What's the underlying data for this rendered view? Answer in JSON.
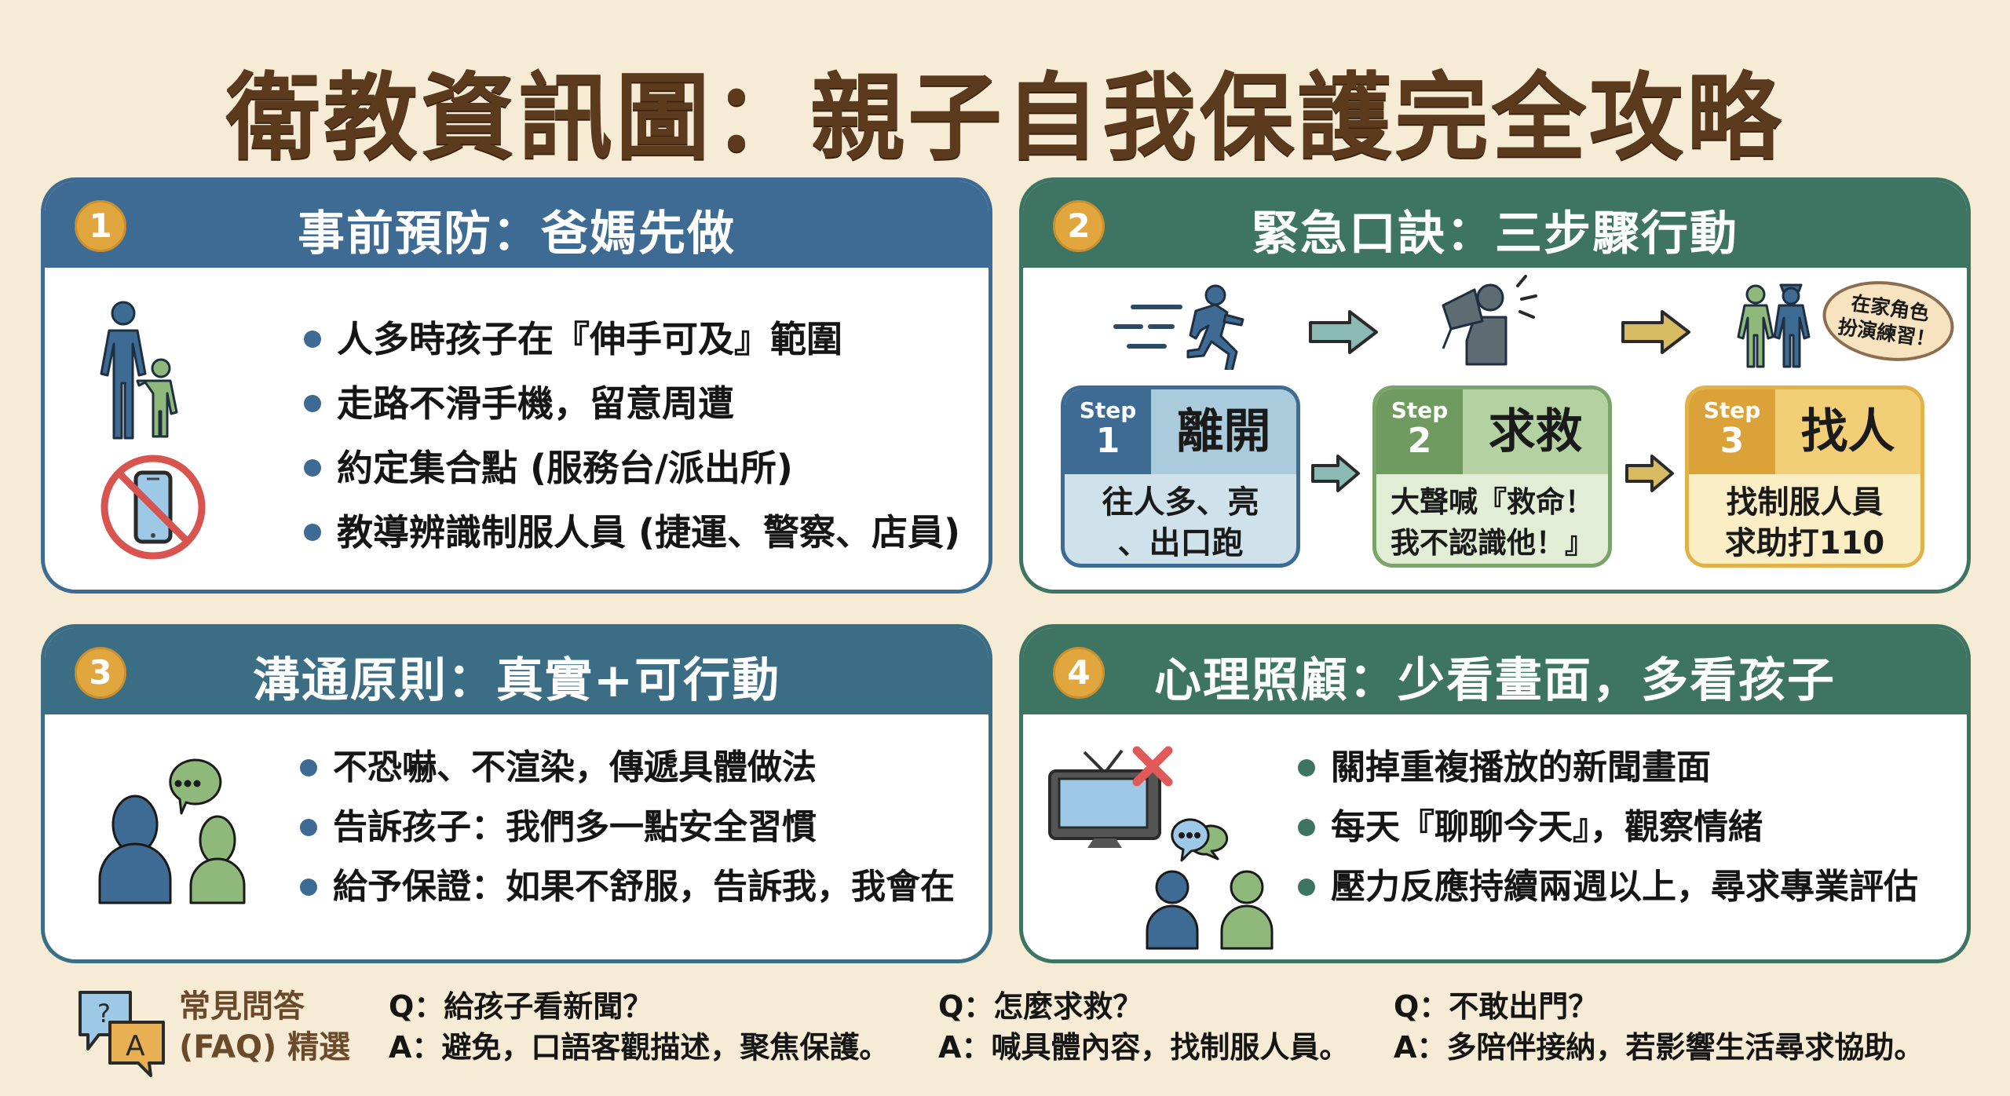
{
  "title": "衛教資訊圖：親子自我保護完全攻略",
  "colors": {
    "background": "#f6ecd6",
    "title": "#5b3a1e",
    "panel_blue": "#3e6b93",
    "panel_teal": "#3b6e85",
    "panel_green": "#3d7562",
    "badge_gold": "#e1a73e"
  },
  "panels": [
    {
      "number": "1",
      "title": "事前預防：爸媽先做",
      "icons": [
        "parent-holding-child-hand-icon",
        "no-phone-icon"
      ],
      "bullets": [
        "人多時孩子在『伸手可及』範圍",
        "走路不滑手機，留意周遭",
        "約定集合點 (服務台/派出所)",
        "教導辨識制服人員 (捷運、警察、店員)"
      ]
    },
    {
      "number": "2",
      "title": "緊急口訣：三步驟行動",
      "icons": [
        "running-person-icon",
        "megaphone-shout-icon",
        "child-with-police-icon"
      ],
      "speech_bubble": "在家角色\n扮演練習！",
      "steps": [
        {
          "tag": "Step",
          "num": "1",
          "name": "離開",
          "desc_line1": "往人多、亮",
          "desc_line2": "、出口跑"
        },
        {
          "tag": "Step",
          "num": "2",
          "name": "求救",
          "desc_line1": "大聲喊『救命！",
          "desc_line2": "我不認識他！』"
        },
        {
          "tag": "Step",
          "num": "3",
          "name": "找人",
          "desc_line1": "找制服人員",
          "desc_line2": "求助打110"
        }
      ]
    },
    {
      "number": "3",
      "title": "溝通原則：真實+可行動",
      "icons": [
        "two-people-talking-icon"
      ],
      "bullets": [
        "不恐嚇、不渲染，傳遞具體做法",
        "告訴孩子：我們多一點安全習慣",
        "給予保證：如果不舒服，告訴我，我會在"
      ]
    },
    {
      "number": "4",
      "title": "心理照顧：少看畫面，多看孩子",
      "icons": [
        "tv-off-icon",
        "parent-child-chat-icon"
      ],
      "bullets": [
        "關掉重複播放的新聞畫面",
        "每天『聊聊今天』，觀察情緒",
        "壓力反應持續兩週以上，尋求專業評估"
      ]
    }
  ],
  "faq": {
    "title_line1": "常見問答",
    "title_line2": "(FAQ) 精選",
    "items": [
      {
        "q": "Q：給孩子看新聞？",
        "a": "A：避免，口語客觀描述，聚焦保護。"
      },
      {
        "q": "Q：怎麼求救？",
        "a": "A：喊具體內容，找制服人員。"
      },
      {
        "q": "Q：不敢出門？",
        "a": "A：多陪伴接納，若影響生活尋求協助。"
      }
    ]
  }
}
